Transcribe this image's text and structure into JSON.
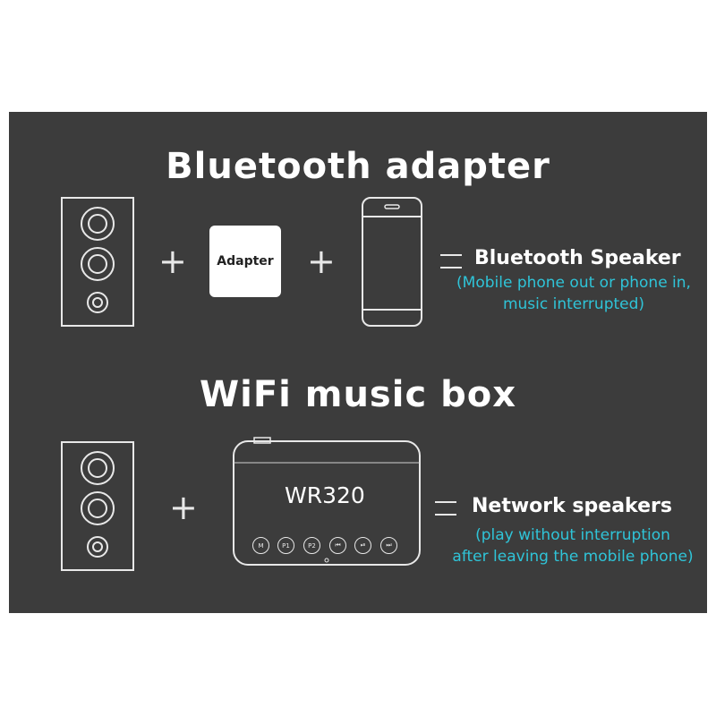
{
  "section1": {
    "title": "Bluetooth adapter",
    "adapter_label": "Adapter",
    "result": "Bluetooth Speaker",
    "note_line1": "(Mobile phone out or phone in,",
    "note_line2": "music interrupted)"
  },
  "section2": {
    "title": "WiFi music box",
    "device_label": "WR320",
    "result": "Network speakers",
    "note_line1": "(play without interruption",
    "note_line2": "after leaving the mobile phone)",
    "buttons": [
      "M",
      "P1",
      "P2",
      "⏮",
      "⏯",
      "⏭"
    ]
  },
  "colors": {
    "panel": "#3c3c3c",
    "note": "#2fc4d8",
    "line": "#e8e8e8"
  }
}
